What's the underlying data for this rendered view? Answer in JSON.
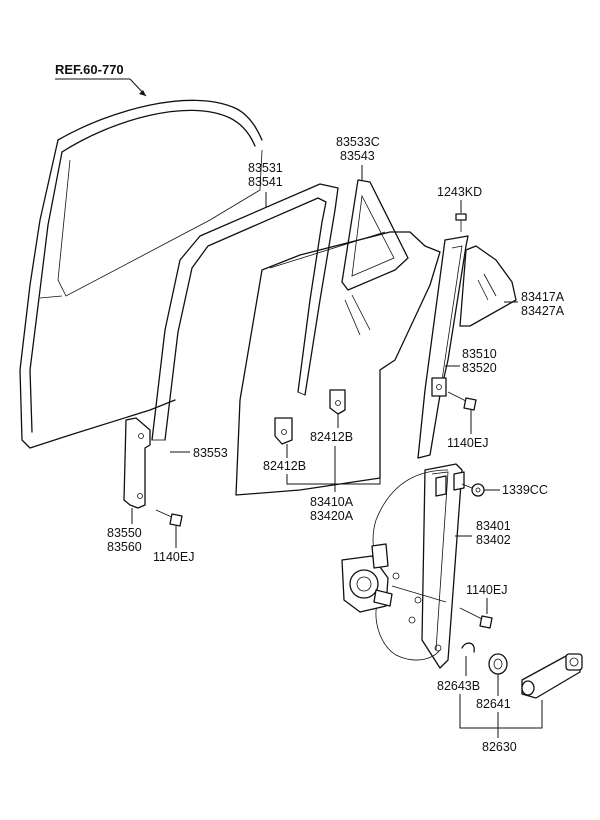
{
  "diagram": {
    "reference": "REF.60-770",
    "labels": {
      "p83531": "83531",
      "p83541": "83541",
      "p83533C": "83533C",
      "p83543": "83543",
      "p1243KD": "1243KD",
      "p83417A": "83417A",
      "p83427A": "83427A",
      "p83510": "83510",
      "p83520": "83520",
      "p1140EJ_a": "1140EJ",
      "p82412B_a": "82412B",
      "p82412B_b": "82412B",
      "p83553": "83553",
      "p83410A": "83410A",
      "p83420A": "83420A",
      "p1339CC": "1339CC",
      "p83550": "83550",
      "p83560": "83560",
      "p1140EJ_b": "1140EJ",
      "p83401": "83401",
      "p83402": "83402",
      "p1140EJ_c": "1140EJ",
      "p82643B": "82643B",
      "p82641": "82641",
      "p82630": "82630"
    }
  }
}
